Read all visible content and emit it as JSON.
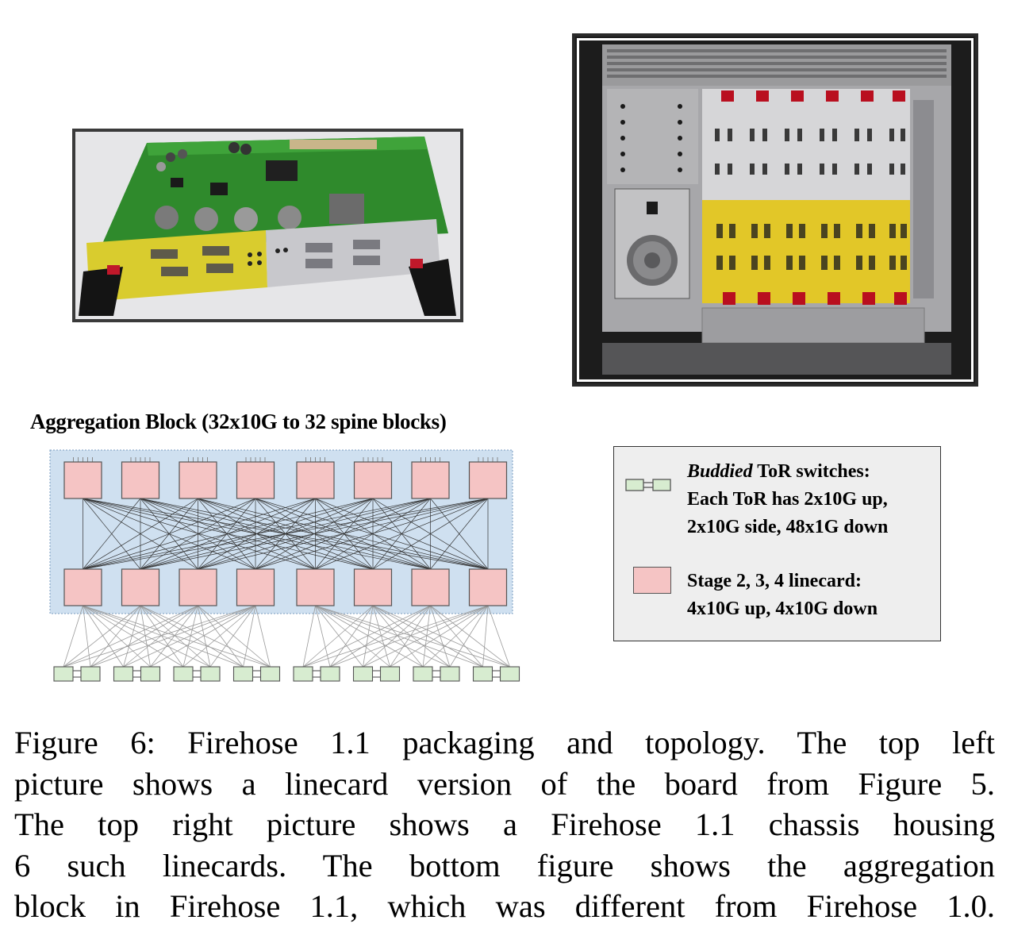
{
  "diagram": {
    "title": "Aggregation Block (32x10G to 32 spine blocks)",
    "colors": {
      "block_fill": "#cfe0f0",
      "linecard_fill": "#f5c4c4",
      "tor_fill": "#d7ecd0",
      "edge": "#333333",
      "tor_edge": "#9a9a9a"
    },
    "top_stage_count": 8,
    "bottom_stage_count": 8,
    "tor_pair_count": 8
  },
  "legend": {
    "tor_label_italic": "Buddied",
    "tor_label_rest": "ToR switches:",
    "tor_line2": "Each ToR has 2x10G up,",
    "tor_line3": "2x10G side, 48x1G down",
    "linecard_line1": "Stage 2, 3, 4 linecard:",
    "linecard_line2": "4x10G up, 4x10G down"
  },
  "caption": {
    "line1": "Figure 6: Firehose 1.1 packaging and topology. The top left",
    "line2": "picture shows a linecard version of the board from Figure 5.",
    "line3": "The top right picture shows a Firehose 1.1 chassis housing",
    "line4": "6 such linecards. The bottom figure shows the aggregation",
    "line5": "block in Firehose 1.1, which was different from Firehose 1.0."
  }
}
